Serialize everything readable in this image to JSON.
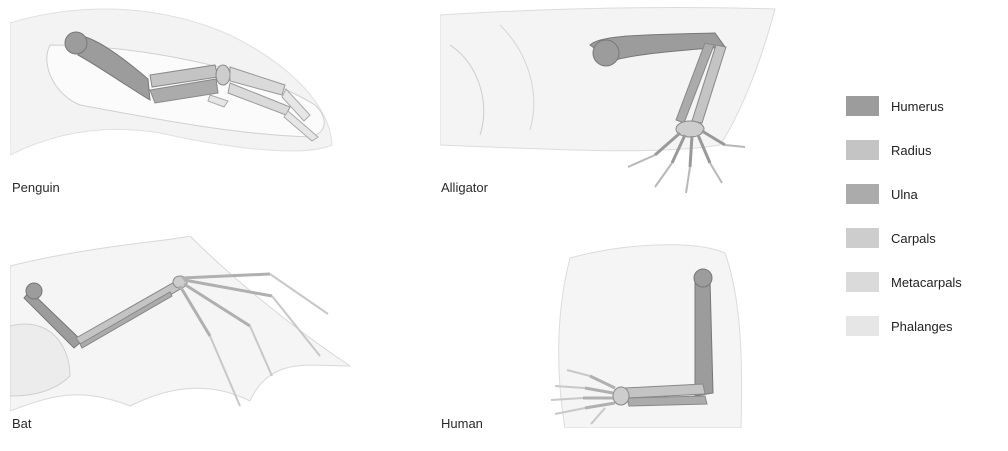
{
  "animals": {
    "penguin": "Penguin",
    "alligator": "Alligator",
    "bat": "Bat",
    "human": "Human"
  },
  "legend": [
    {
      "label": "Humerus",
      "color": "#9c9c9c"
    },
    {
      "label": "Radius",
      "color": "#c4c4c4"
    },
    {
      "label": "Ulna",
      "color": "#ababab"
    },
    {
      "label": "Carpals",
      "color": "#cdcdcd"
    },
    {
      "label": "Metacarpals",
      "color": "#dadada"
    },
    {
      "label": "Phalanges",
      "color": "#e6e6e6"
    }
  ]
}
